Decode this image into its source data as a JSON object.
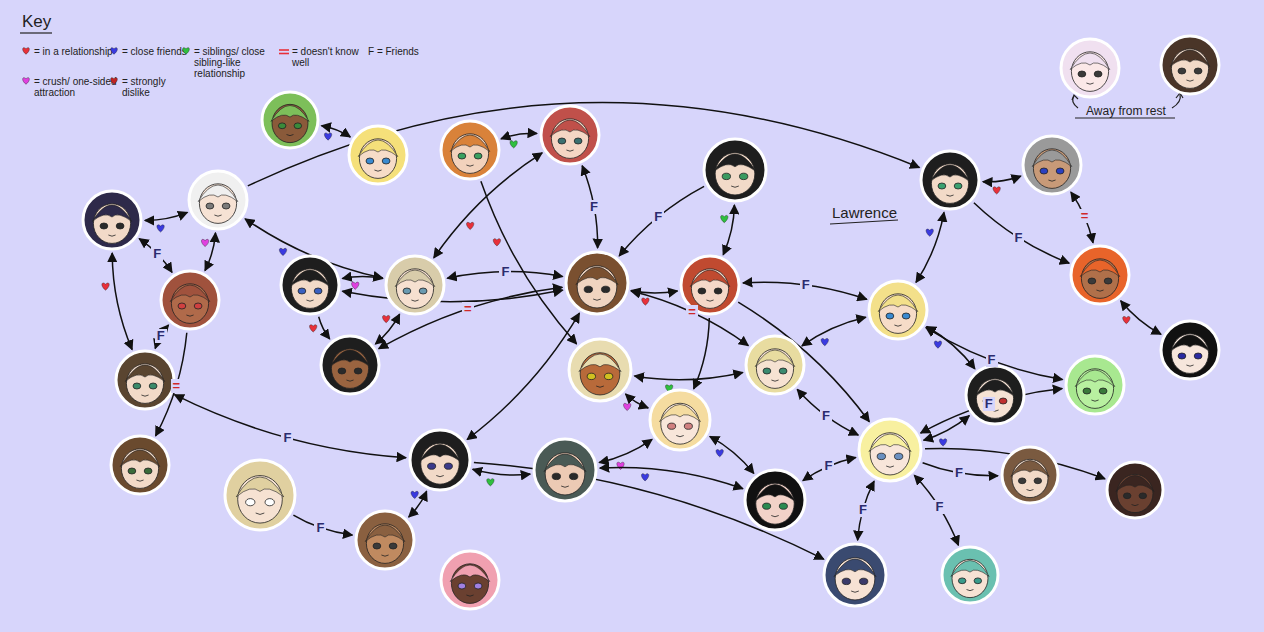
{
  "diagram": {
    "nodes": [
      {
        "text": []
      },
      {
        "text": []
      },
      {
        "text": []
      },
      {
        "text": []
      },
      {
        "text": []
      },
      {
        "text": []
      },
      {
        "text": []
      },
      {
        "text": []
      },
      {
        "text": []
      },
      {
        "text": []
      },
      {
        "text": []
      },
      {
        "text": []
      },
      {
        "text": []
      },
      {
        "text": []
      },
      {
        "text": []
      },
      {
        "text": []
      },
      {
        "text": []
      },
      {
        "text": []
      },
      {
        "text": []
      },
      {
        "text": []
      },
      {
        "text": []
      },
      {
        "text": []
      },
      {
        "text": []
      },
      {
        "text": []
      },
      {
        "text": []
      },
      {
        "text": []
      },
      {
        "text": []
      },
      {
        "text": []
      },
      {
        "text": []
      },
      {
        "text": []
      },
      {
        "text": []
      },
      {
        "text": []
      },
      {
        "text": []
      },
      {
        "text": []
      },
      {
        "text": []
      },
      {
        "text": []
      },
      {
        "text": []
      },
      {
        "text": []
      }
    ],
    "edges": [
      {
        "from": 0,
        "to": 1,
        "arrow": "both"
      },
      {
        "from": 7,
        "to": 8,
        "arrow": "both"
      },
      {
        "from": 8,
        "to": 9,
        "arrow": "both"
      },
      {
        "from": 7,
        "to": 17,
        "arrow": "both"
      },
      {
        "from": 7,
        "to": 9,
        "arrow": "both",
        "label": "F"
      },
      {
        "from": 9,
        "to": 17,
        "arrow": "both",
        "label": "F"
      },
      {
        "from": 9,
        "to": 23,
        "arrow": "to",
        "label": "="
      },
      {
        "from": 17,
        "to": 25,
        "arrow": "both",
        "label": "F"
      },
      {
        "from": 10,
        "to": 11,
        "arrow": "both"
      },
      {
        "from": 10,
        "to": 18,
        "arrow": "to"
      },
      {
        "from": 11,
        "to": 18,
        "arrow": "both"
      },
      {
        "from": 8,
        "to": 11,
        "arrow": "both"
      },
      {
        "from": 11,
        "to": 12,
        "arrow": "both",
        "label": "F"
      },
      {
        "from": 10,
        "to": 12,
        "arrow": "both"
      },
      {
        "from": 2,
        "to": 3,
        "arrow": "both"
      },
      {
        "from": 2,
        "to": 19,
        "arrow": "to"
      },
      {
        "from": 3,
        "to": 12,
        "arrow": "both",
        "label": "F"
      },
      {
        "from": 4,
        "to": 12,
        "arrow": "to",
        "label": "F"
      },
      {
        "from": 4,
        "to": 13,
        "arrow": "both"
      },
      {
        "from": 12,
        "to": 13,
        "arrow": "both"
      },
      {
        "from": 12,
        "to": 20,
        "arrow": "both",
        "label": "="
      },
      {
        "from": 19,
        "to": 20,
        "arrow": "both"
      },
      {
        "from": 13,
        "to": 14,
        "arrow": "both",
        "label": "F"
      },
      {
        "from": 5,
        "to": 6,
        "arrow": "both"
      },
      {
        "from": 6,
        "to": 15,
        "arrow": "both",
        "label": "="
      },
      {
        "from": 15,
        "to": 16,
        "arrow": "both"
      },
      {
        "from": 5,
        "to": 14,
        "arrow": "both"
      },
      {
        "from": 5,
        "to": 15,
        "arrow": "to",
        "label": "F"
      },
      {
        "from": 14,
        "to": 21,
        "arrow": "both"
      },
      {
        "from": 14,
        "to": 22,
        "arrow": "both",
        "label": "F"
      },
      {
        "from": 20,
        "to": 14,
        "arrow": "both"
      },
      {
        "from": 29,
        "to": 21,
        "arrow": "both"
      },
      {
        "from": 29,
        "to": 22,
        "arrow": "both",
        "label": "F"
      },
      {
        "from": 29,
        "to": 34,
        "arrow": "both",
        "label": "F"
      },
      {
        "from": 29,
        "to": 35,
        "arrow": "both",
        "label": "F"
      },
      {
        "from": 29,
        "to": 30,
        "arrow": "to",
        "label": "F"
      },
      {
        "from": 29,
        "to": 31,
        "arrow": "to"
      },
      {
        "from": 29,
        "to": 28,
        "arrow": "both",
        "label": "F"
      },
      {
        "from": 27,
        "to": 28,
        "arrow": "both"
      },
      {
        "from": 26,
        "to": 27,
        "arrow": "both"
      },
      {
        "from": 26,
        "to": 28,
        "arrow": "both"
      },
      {
        "from": 25,
        "to": 26,
        "arrow": "both"
      },
      {
        "from": 25,
        "to": 32,
        "arrow": "both"
      },
      {
        "from": 24,
        "to": 32,
        "arrow": "to",
        "label": "F"
      },
      {
        "from": 25,
        "to": 34,
        "arrow": "to"
      },
      {
        "from": 20,
        "to": 29,
        "arrow": "both",
        "label": "F"
      },
      {
        "from": 13,
        "to": 27,
        "arrow": "to"
      },
      {
        "from": 8,
        "to": 5,
        "arrow": "to"
      },
      {
        "from": 12,
        "to": 25,
        "arrow": "both"
      },
      {
        "from": 19,
        "to": 27,
        "arrow": "both"
      },
      {
        "from": 11,
        "to": 3,
        "arrow": "both"
      },
      {
        "from": 12,
        "to": 18,
        "arrow": "both",
        "label": "="
      },
      {
        "from": 13,
        "to": 29,
        "arrow": "to"
      }
    ],
    "labels": [
      "Key",
      "Lawrence",
      "Away from rest"
    ],
    "legend": [
      {
        "text": "= in a relationship",
        "color": "#e8303a"
      },
      {
        "text": "= close friends",
        "color": "#3a3ae0"
      },
      {
        "text": "= siblings/ close sibling-like relationship",
        "color": "#2fbf3f"
      },
      {
        "text": "= doesn't know well"
      },
      {
        "text": "F = Friends"
      },
      {
        "text": "= crush/ one-sided attraction",
        "color": "#e040e0"
      },
      {
        "text": "= strongly dislike",
        "color": "#c02424"
      }
    ]
  }
}
